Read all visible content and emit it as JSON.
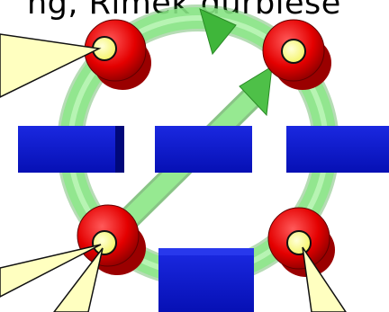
{
  "header_fragment": "ng, Rimek durbiese",
  "diagram": {
    "colors": {
      "ring": "#7ee07a",
      "ring_dark": "#3fb63a",
      "arrow_head": "#3fb63a",
      "node_outer": "#e40000",
      "node_inner": "#ffff7a",
      "block": "#0a14c8",
      "block_dark": "#00087a",
      "callout": "#ffffc0"
    },
    "nodes": [
      {
        "id": "top-left"
      },
      {
        "id": "top-right"
      },
      {
        "id": "bottom-left"
      },
      {
        "id": "bottom-right"
      }
    ],
    "blocks": [
      {
        "id": "left"
      },
      {
        "id": "middle"
      },
      {
        "id": "right"
      },
      {
        "id": "bottom"
      }
    ],
    "arrows": [
      {
        "id": "ring-arrow",
        "from": "top-left",
        "to": "top-right"
      },
      {
        "id": "diagonal-arrow",
        "from": "bottom-left",
        "to": "top-right"
      }
    ]
  }
}
